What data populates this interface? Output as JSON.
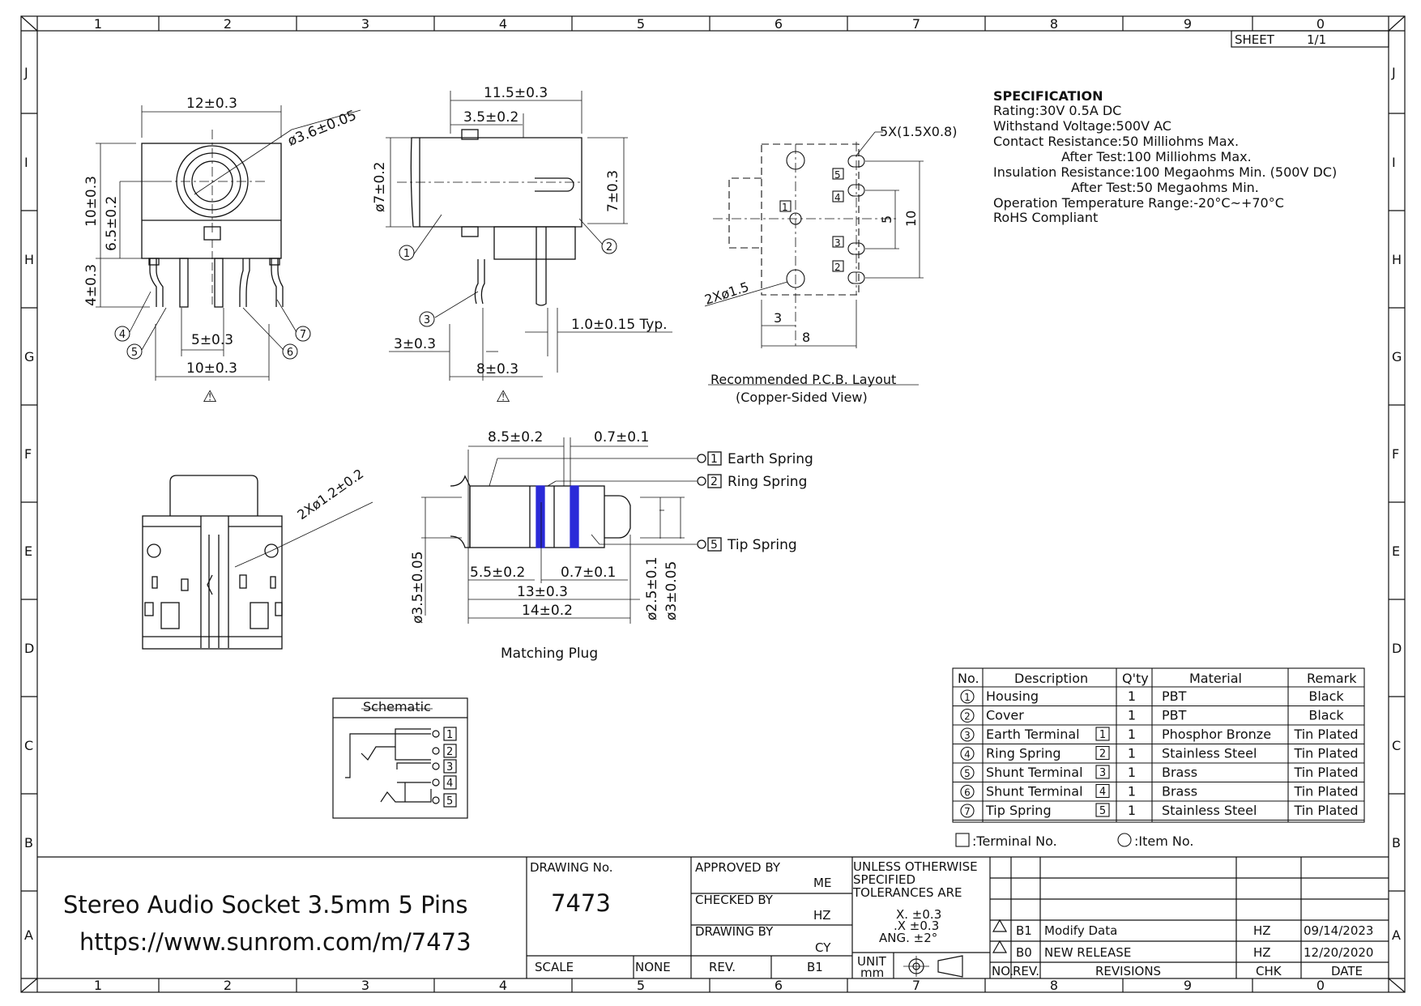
{
  "frame": {
    "col_labels_top": [
      "1",
      "2",
      "3",
      "4",
      "5",
      "6",
      "7",
      "8",
      "9",
      "0"
    ],
    "col_labels_bottom": [
      "1",
      "2",
      "3",
      "4",
      "5",
      "6",
      "7",
      "8",
      "9",
      "0"
    ],
    "row_labels_left": [
      "J",
      "I",
      "H",
      "G",
      "F",
      "E",
      "D",
      "C",
      "B",
      "A"
    ],
    "row_labels_right": [
      "J",
      "I",
      "H",
      "G",
      "F",
      "E",
      "D",
      "C",
      "B",
      "A"
    ],
    "sheet_label": "SHEET",
    "sheet_value": "1/1"
  },
  "front_view": {
    "dim_width": "12±0.3",
    "dim_hole": "ø3.6±0.05",
    "dim_height": "10±0.3",
    "dim_center": "6.5±0.2",
    "dim_pin_len": "4±0.3",
    "dim_pin_5": "5±0.3",
    "dim_pin_10": "10±0.3",
    "callouts": [
      "4",
      "5",
      "6",
      "7"
    ],
    "warning_mark": "⚠"
  },
  "side_view": {
    "dim_total": "11.5±0.3",
    "dim_front": "3.5±0.2",
    "dim_dia": "ø7±0.2",
    "dim_h": "7±0.3",
    "dim_pin_w": "1.0±0.15 Typ.",
    "dim_3": "3±0.3",
    "dim_8": "8±0.3",
    "callouts": [
      "1",
      "2",
      "3"
    ],
    "warning_mark": "⚠"
  },
  "pcb_layout": {
    "dim_slots": "5X(1.5X0.8)",
    "dim_holes": "2Xø1.5",
    "dim_5": "5",
    "dim_10": "10",
    "dim_3": "3",
    "dim_8": "8",
    "pin_labels": [
      "5",
      "4",
      "1",
      "3",
      "2"
    ],
    "caption_1": "Recommended P.C.B. Layout",
    "caption_2": "(Copper-Sided View)"
  },
  "bottom_view": {
    "dim_holes": "2Xø1.2±0.2"
  },
  "plug": {
    "dim_85": "8.5±0.2",
    "dim_07_top": "0.7±0.1",
    "dim_55": "5.5±0.2",
    "dim_07_bot": "0.7±0.1",
    "dim_13": "13±0.3",
    "dim_14": "14±0.2",
    "dim_35": "ø3.5±0.05",
    "dim_25": "ø2.5±0.1",
    "dim_3": "ø3±0.05",
    "spring_1_no": "1",
    "spring_1": "Earth Spring",
    "spring_2_no": "2",
    "spring_2": "Ring Spring",
    "spring_5_no": "5",
    "spring_5": "Tip Spring",
    "caption": "Matching Plug",
    "ring_color": "#2a2ad8"
  },
  "schematic": {
    "title": "Schematic",
    "pins": [
      "1",
      "2",
      "3",
      "4",
      "5"
    ]
  },
  "specification": {
    "title": "SPECIFICATION",
    "lines": [
      "Rating:30V 0.5A DC",
      "Withstand Voltage:500V AC",
      "Contact Resistance:50 Milliohms Max.",
      "After Test:100 Milliohms Max.",
      "Insulation Resistance:100 Megaohms Min. (500V DC)",
      "After Test:50 Megaohms Min.",
      "Operation Temperature Range:-20°C~+70°C",
      "RoHS Compliant"
    ]
  },
  "bom": {
    "headers": [
      "No.",
      "Description",
      "Q'ty",
      "Material",
      "Remark"
    ],
    "rows": [
      {
        "no": "1",
        "desc": "Housing",
        "term": "",
        "qty": "1",
        "material": "PBT",
        "remark": "Black"
      },
      {
        "no": "2",
        "desc": "Cover",
        "term": "",
        "qty": "1",
        "material": "PBT",
        "remark": "Black"
      },
      {
        "no": "3",
        "desc": "Earth Terminal",
        "term": "1",
        "qty": "1",
        "material": "Phosphor Bronze",
        "remark": "Tin Plated"
      },
      {
        "no": "4",
        "desc": "Ring Spring",
        "term": "2",
        "qty": "1",
        "material": "Stainless Steel",
        "remark": "Tin Plated"
      },
      {
        "no": "5",
        "desc": "Shunt Terminal",
        "term": "3",
        "qty": "1",
        "material": "Brass",
        "remark": "Tin Plated"
      },
      {
        "no": "6",
        "desc": "Shunt Terminal",
        "term": "4",
        "qty": "1",
        "material": "Brass",
        "remark": "Tin Plated"
      },
      {
        "no": "7",
        "desc": "Tip Spring",
        "term": "5",
        "qty": "1",
        "material": "Stainless Steel",
        "remark": "Tin Plated"
      }
    ],
    "legend_terminal": ":Terminal No.",
    "legend_item": ":Item No."
  },
  "title_block": {
    "title_line_1": "Stereo Audio Socket 3.5mm 5 Pins",
    "title_line_2": "https://www.sunrom.com/m/7473",
    "drawing_no_label": "DRAWING No.",
    "drawing_no": "7473",
    "approved_label": "APPROVED BY",
    "approved_by": "ME",
    "checked_label": "CHECKED BY",
    "checked_by": "HZ",
    "drawn_label": "DRAWING BY",
    "drawn_by": "CY",
    "scale_label": "SCALE",
    "scale_value": "NONE",
    "rev_label": "REV.",
    "rev_value": "B1",
    "tol_line_1": "UNLESS OTHERWISE",
    "tol_line_2": "SPECIFIED",
    "tol_line_3": "TOLERANCES ARE",
    "tol_x": "X.  ±0.3",
    "tol_xx": ".X  ±0.3",
    "tol_ang": "ANG. ±2°",
    "unit_label": "UNIT",
    "unit_value": "mm",
    "revisions": [
      {
        "mark": "B1",
        "desc": "Modify Data",
        "chk": "HZ",
        "date": "09/14/2023"
      },
      {
        "mark": "B0",
        "desc": "NEW RELEASE",
        "chk": "HZ",
        "date": "12/20/2020"
      }
    ],
    "rev_head_no": "NO.",
    "rev_head_rev": "REV.",
    "rev_head_desc": "REVISIONS",
    "rev_head_chk": "CHK",
    "rev_head_date": "DATE"
  }
}
